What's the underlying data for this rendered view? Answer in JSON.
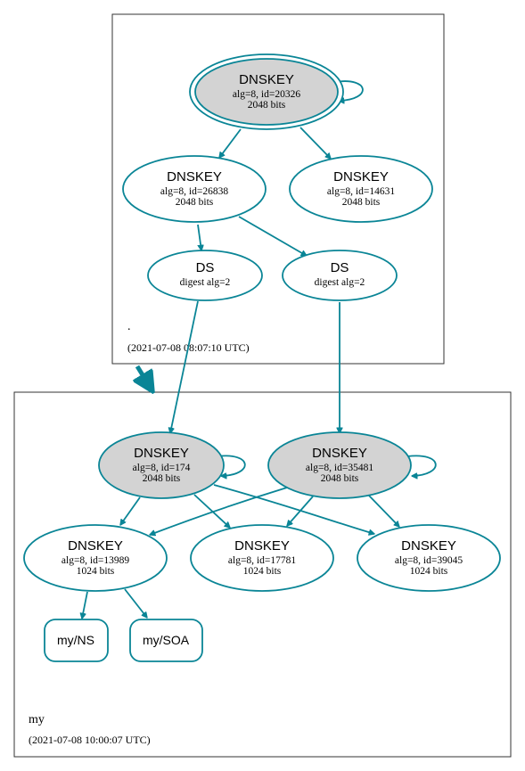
{
  "zones": {
    "root": {
      "name": ".",
      "timestamp": "(2021-07-08 08:07:10 UTC)"
    },
    "my": {
      "name": "my",
      "timestamp": "(2021-07-08 10:00:07 UTC)"
    }
  },
  "nodes": {
    "root_ksk": {
      "title": "DNSKEY",
      "line1": "alg=8, id=20326",
      "line2": "2048 bits"
    },
    "root_zsk1": {
      "title": "DNSKEY",
      "line1": "alg=8, id=26838",
      "line2": "2048 bits"
    },
    "root_zsk2": {
      "title": "DNSKEY",
      "line1": "alg=8, id=14631",
      "line2": "2048 bits"
    },
    "ds1": {
      "title": "DS",
      "line1": "digest alg=2"
    },
    "ds2": {
      "title": "DS",
      "line1": "digest alg=2"
    },
    "my_ksk1": {
      "title": "DNSKEY",
      "line1": "alg=8, id=174",
      "line2": "2048 bits"
    },
    "my_ksk2": {
      "title": "DNSKEY",
      "line1": "alg=8, id=35481",
      "line2": "2048 bits"
    },
    "my_zsk1": {
      "title": "DNSKEY",
      "line1": "alg=8, id=13989",
      "line2": "1024 bits"
    },
    "my_zsk2": {
      "title": "DNSKEY",
      "line1": "alg=8, id=17781",
      "line2": "1024 bits"
    },
    "my_zsk3": {
      "title": "DNSKEY",
      "line1": "alg=8, id=39045",
      "line2": "1024 bits"
    },
    "rr_ns": {
      "label": "my/NS"
    },
    "rr_soa": {
      "label": "my/SOA"
    }
  },
  "colors": {
    "edge": "#0a8596",
    "ksk_fill": "#d3d3d3",
    "node_fill": "#ffffff",
    "zone_border": "#333333"
  }
}
